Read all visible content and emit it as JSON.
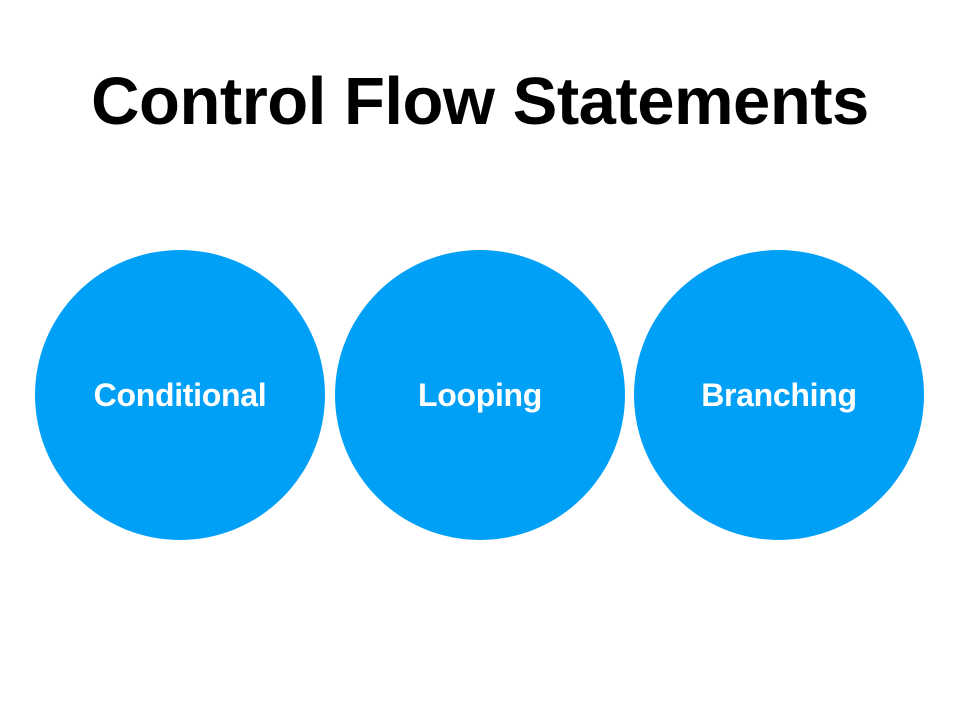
{
  "slide": {
    "title": "Control Flow Statements",
    "accent_color": "#00a0f7",
    "label_color": "#ffffff",
    "categories": [
      {
        "label": "Conditional"
      },
      {
        "label": "Looping"
      },
      {
        "label": "Branching"
      }
    ]
  }
}
